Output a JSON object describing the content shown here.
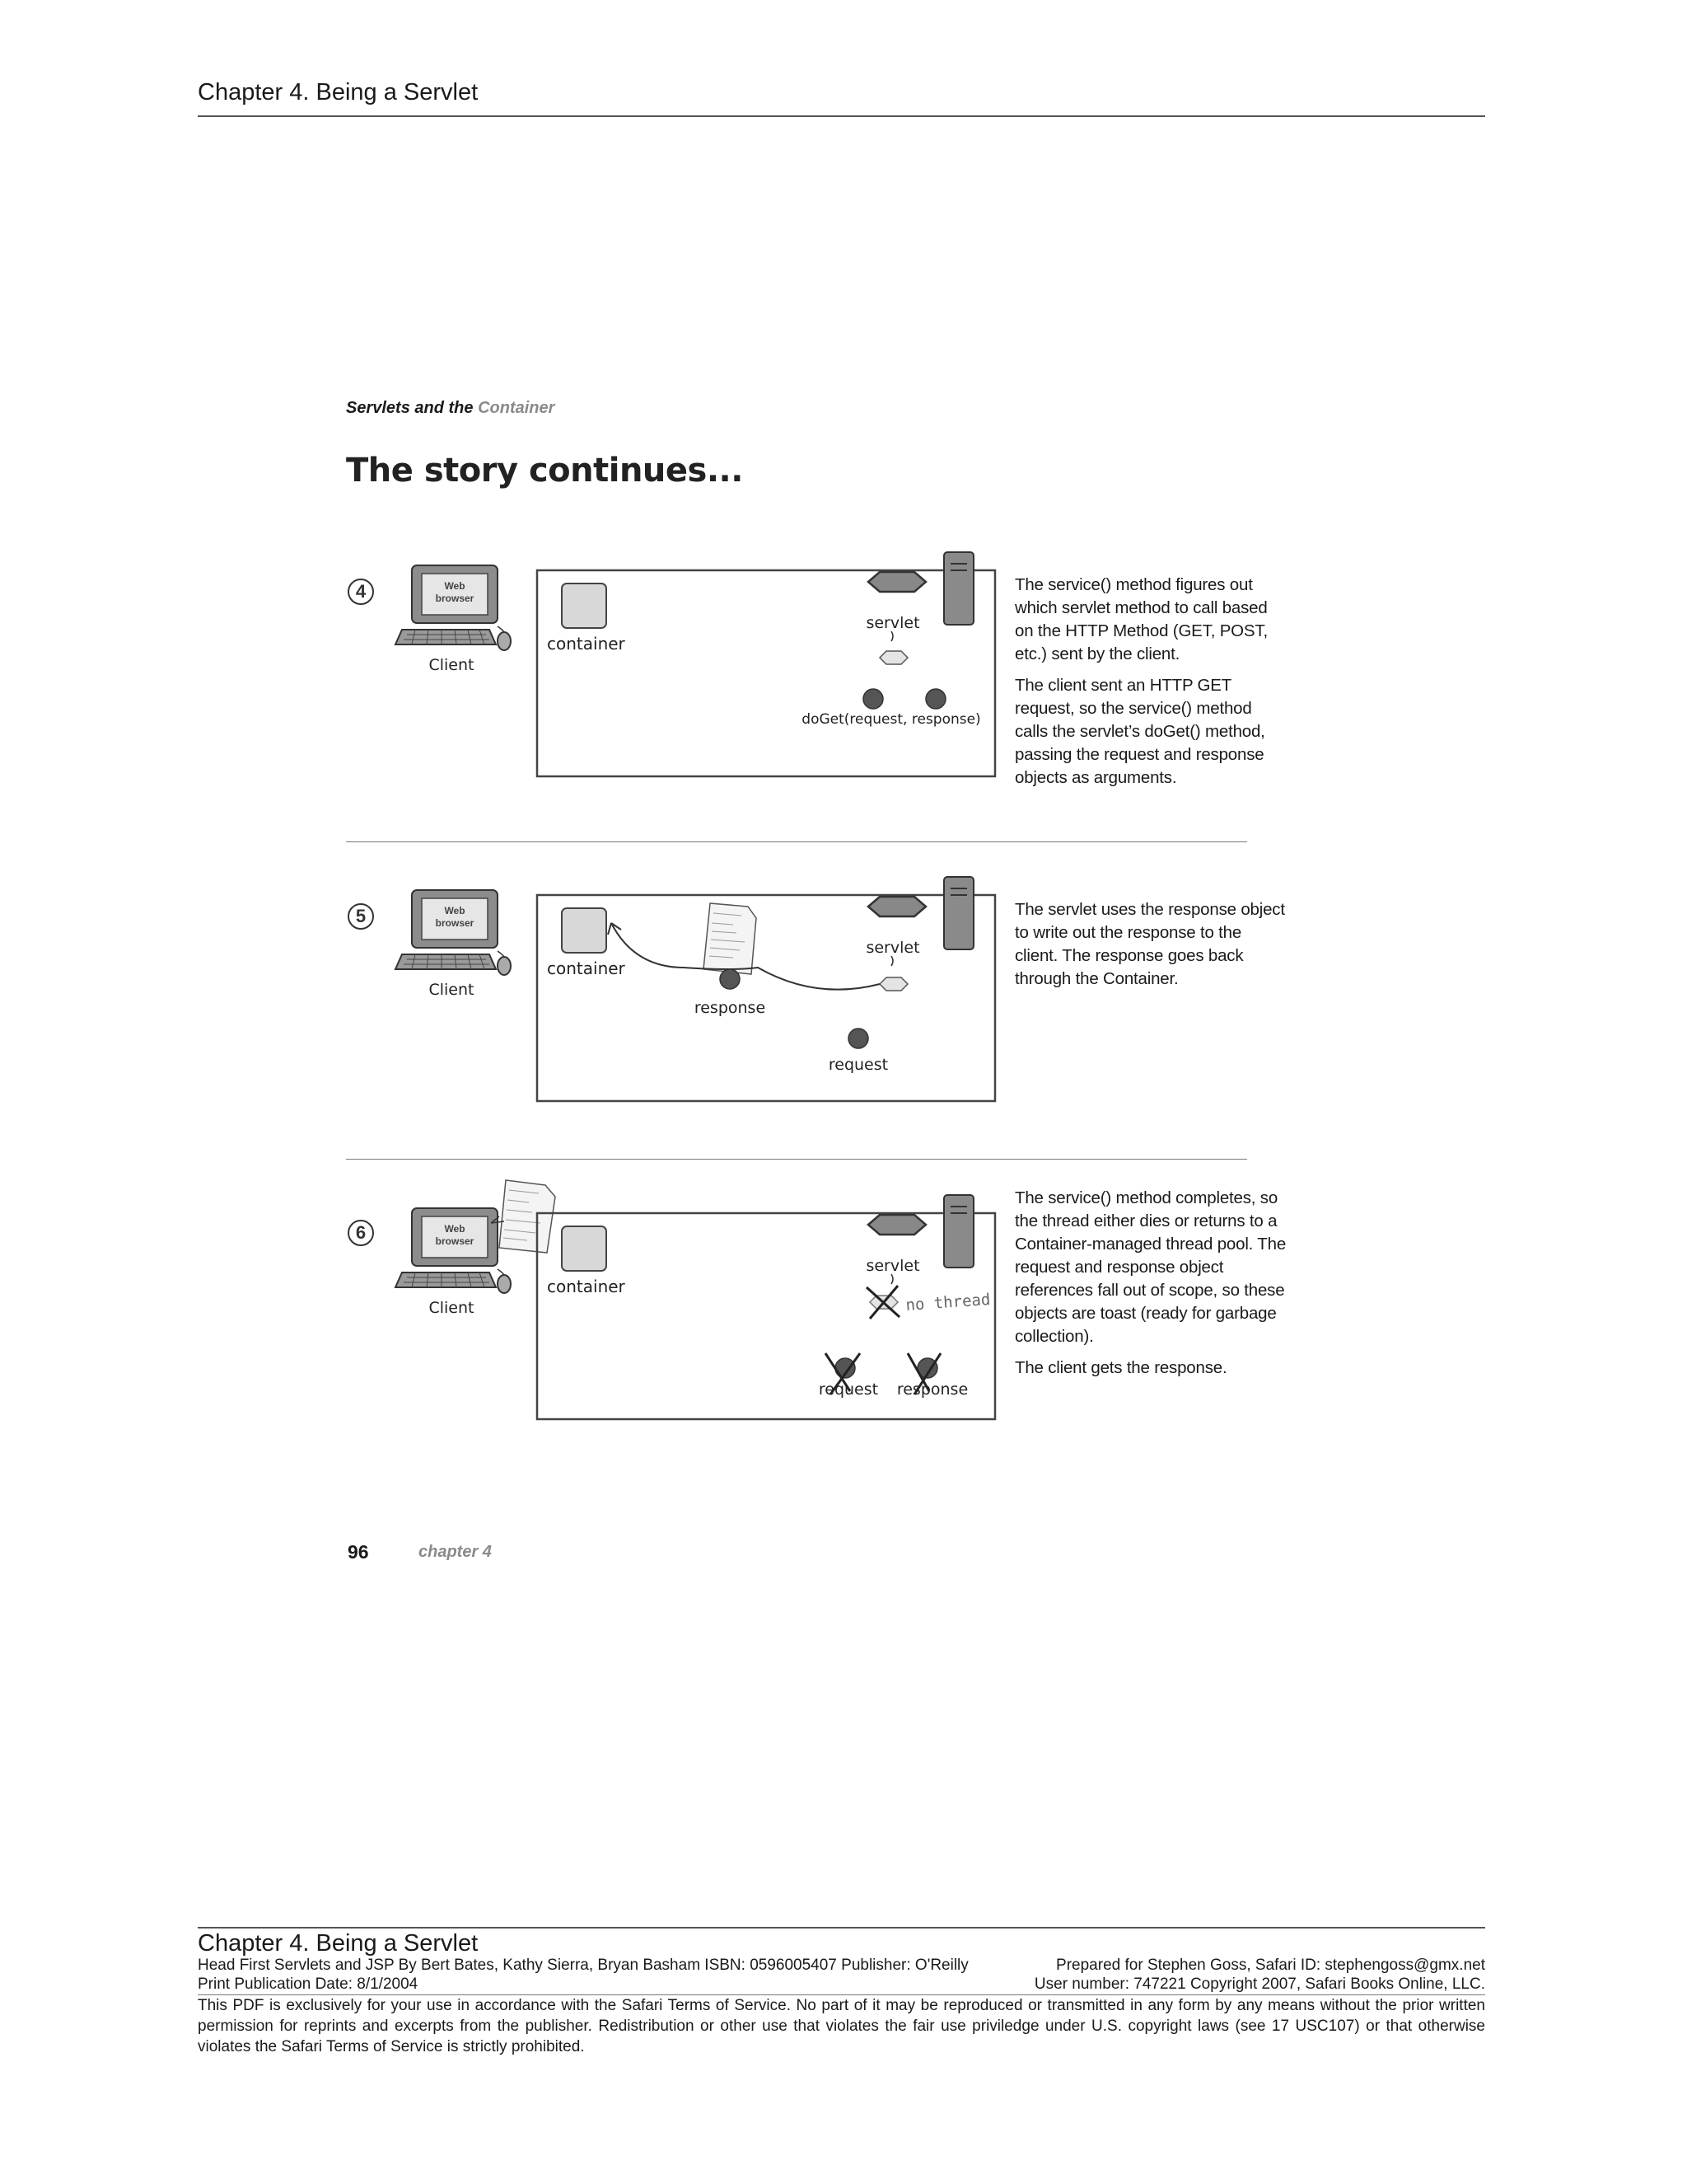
{
  "header": {
    "title": "Chapter 4. Being a Servlet"
  },
  "section_label": {
    "bold": "Servlets and the ",
    "light": "Container"
  },
  "story_title": "The story continues...",
  "steps": [
    {
      "number": "4",
      "client": {
        "screen_line1": "Web",
        "screen_line2": "browser",
        "label": "Client"
      },
      "labels": {
        "container": "container",
        "servlet": "servlet",
        "call": "doGet(request, response)"
      },
      "description": [
        "The service() method figures out which servlet method to call based on the HTTP  Method (GET, POST, etc.) sent by the client.",
        "The client sent an HTTP GET request, so the service() method calls the servlet’s doGet() method, passing the request and response objects as arguments."
      ]
    },
    {
      "number": "5",
      "client": {
        "screen_line1": "Web",
        "screen_line2": "browser",
        "label": "Client"
      },
      "labels": {
        "container": "container",
        "servlet": "servlet",
        "response": "response",
        "request": "request"
      },
      "description": [
        "The servlet uses the response object to write out the response to the client. The response goes back through the Container."
      ]
    },
    {
      "number": "6",
      "client": {
        "screen_line1": "Web",
        "screen_line2": "browser",
        "label": "Client"
      },
      "labels": {
        "container": "container",
        "servlet": "servlet",
        "no_thread": "no thread",
        "request": "request",
        "response": "response"
      },
      "description": [
        "The service() method completes, so the thread either dies or returns to a Container-managed thread pool. The request and response object references fall out of scope, so these objects are toast (ready for garbage collection).",
        "The client gets the response."
      ]
    }
  ],
  "page_footer": {
    "page_number": "96",
    "chapter": "chapter 4"
  },
  "footer": {
    "title": "Chapter 4. Being a Servlet",
    "line1_left": "Head First Servlets and JSP By Bert Bates, Kathy Sierra, Bryan Basham ISBN: 0596005407 Publisher: O'Reilly",
    "line1_right": "Prepared for Stephen Goss, Safari ID: stephengoss@gmx.net",
    "line2_left": "Print Publication Date: 8/1/2004",
    "line2_right": "User number: 747221 Copyright 2007, Safari Books Online, LLC.",
    "legal": "This PDF is exclusively for your use in accordance with the Safari Terms of Service. No part of it may be reproduced or transmitted in any form by any means without the prior written permission for reprints and excerpts from the publisher. Redistribution or other use that violates the fair use priviledge under U.S. copyright laws (see 17 USC107) or that otherwise violates the Safari Terms of Service is strictly prohibited."
  }
}
